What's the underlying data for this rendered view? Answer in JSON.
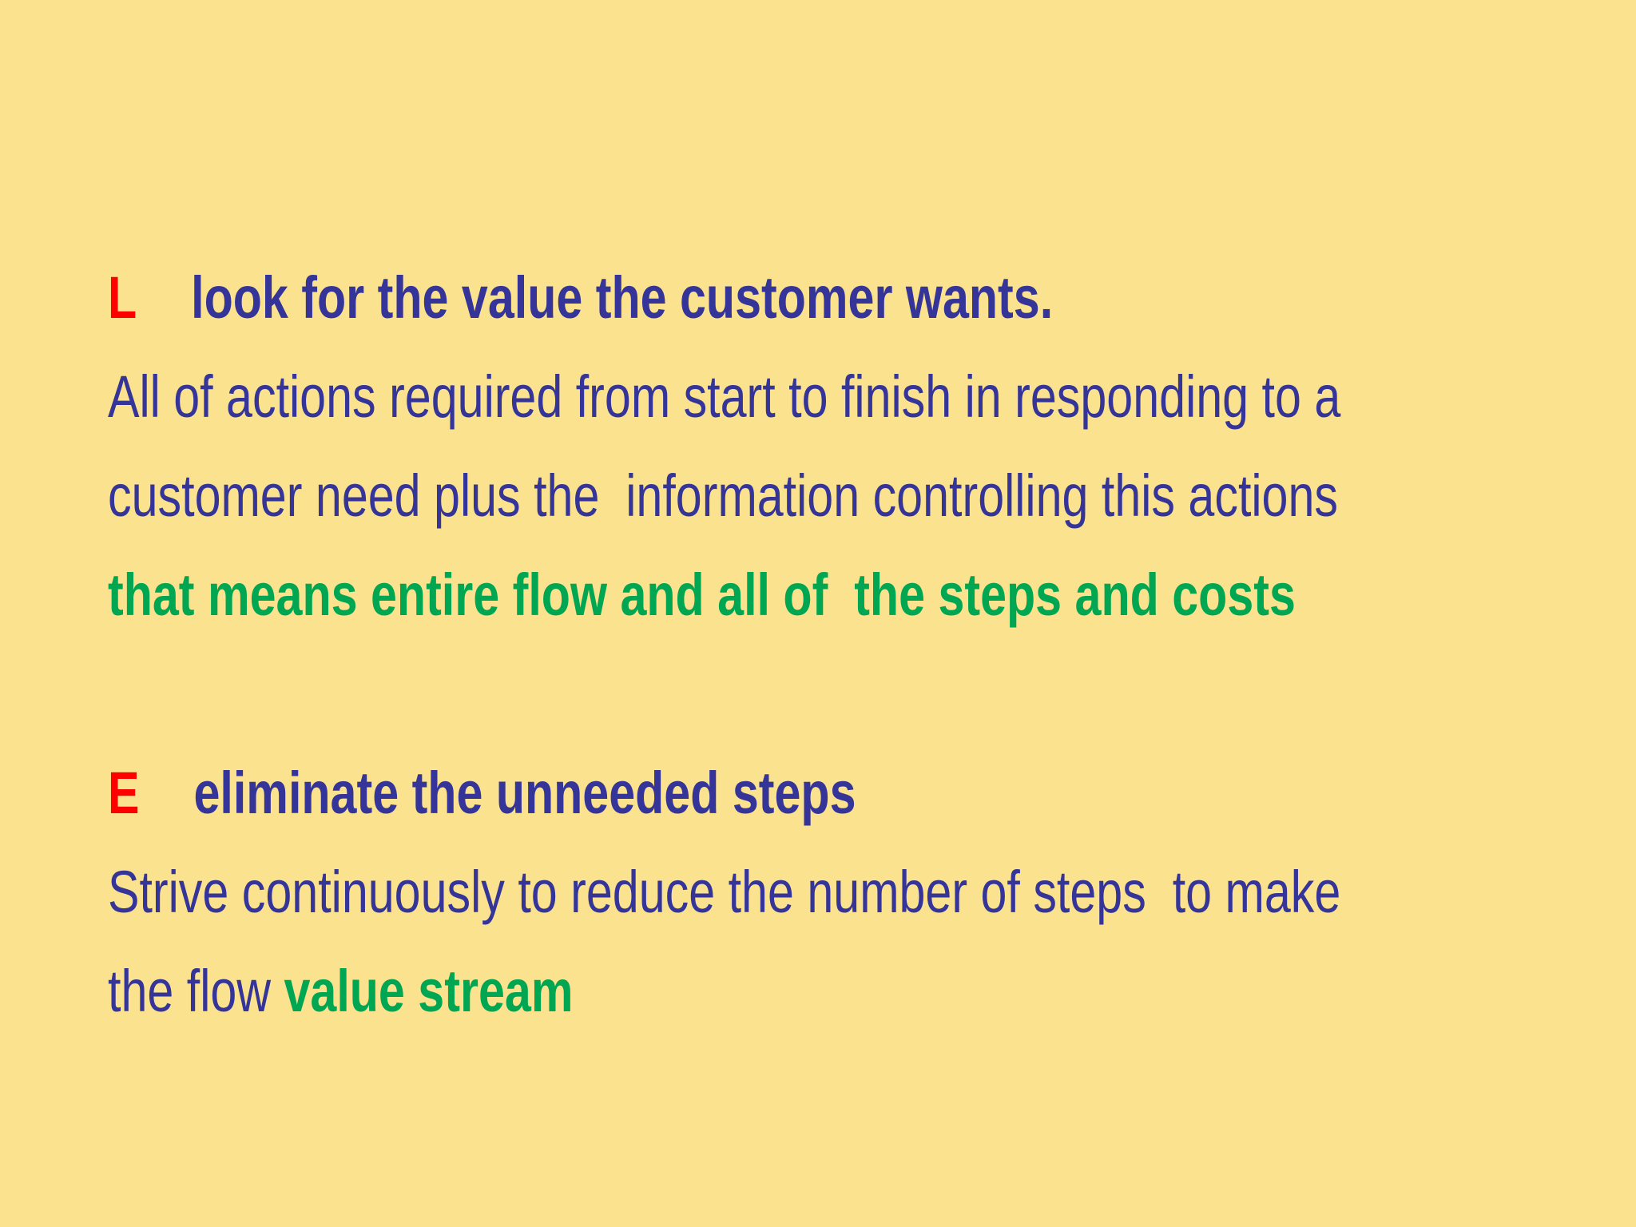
{
  "slide": {
    "background_color": "#FAE28E",
    "text_color_navy": "#343499",
    "accent_red": "#FF0000",
    "accent_green": "#00A651"
  },
  "sections": [
    {
      "heading": {
        "letter": "L",
        "text": "look for the value the customer wants."
      },
      "body_lines": [
        "All of actions required from start to finish in responding to a",
        "customer need plus the  information controlling this actions"
      ],
      "highlight_line": "that means entire flow and all of  the steps and costs"
    },
    {
      "heading": {
        "letter": "E",
        "text": "eliminate the unneeded steps"
      },
      "body_lines": [
        "Strive continuously to reduce the number of steps  to make"
      ],
      "tail_line": {
        "normal": "the flow ",
        "highlight": "value stream"
      }
    }
  ]
}
